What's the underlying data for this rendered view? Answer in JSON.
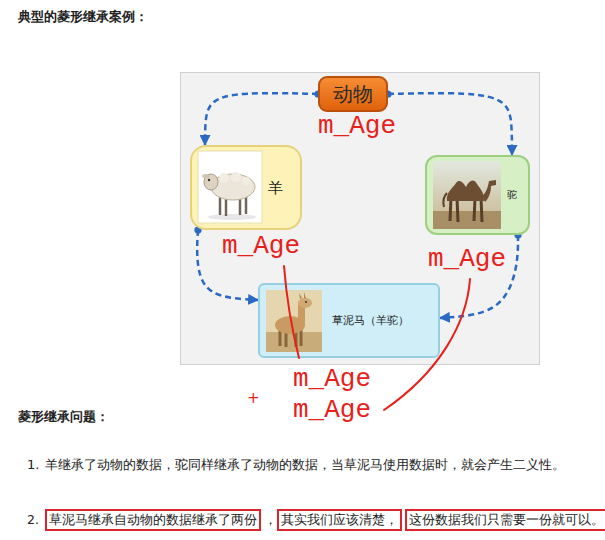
{
  "diagram": {
    "title": "典型的菱形继承案例：",
    "nodes": [
      {
        "text": [
          "动物"
        ]
      },
      {
        "text": [
          "羊"
        ]
      },
      {
        "text": [
          "驼"
        ]
      },
      {
        "text": [
          "草泥马（羊驼）"
        ]
      }
    ],
    "edges": [
      {
        "from": 0,
        "to": 1,
        "arrow": "to"
      },
      {
        "from": 0,
        "to": 2,
        "arrow": "to"
      },
      {
        "from": 1,
        "to": 3,
        "arrow": "to"
      },
      {
        "from": 2,
        "to": 3,
        "arrow": "to"
      }
    ],
    "labels": [
      "m_Age",
      "m_Age",
      "m_Age",
      "m_Age",
      "m_Age",
      "+",
      "菱形继承问题：",
      "1.",
      "羊继承了动物的数据，驼同样继承了动物的数据，当草泥马使用数据时，就会产生二义性。",
      "2.",
      "草泥马继承自动物的数据继承了两份",
      "，",
      "其实我们应该清楚，",
      "这份数据我们只需要一份就可以。"
    ]
  }
}
